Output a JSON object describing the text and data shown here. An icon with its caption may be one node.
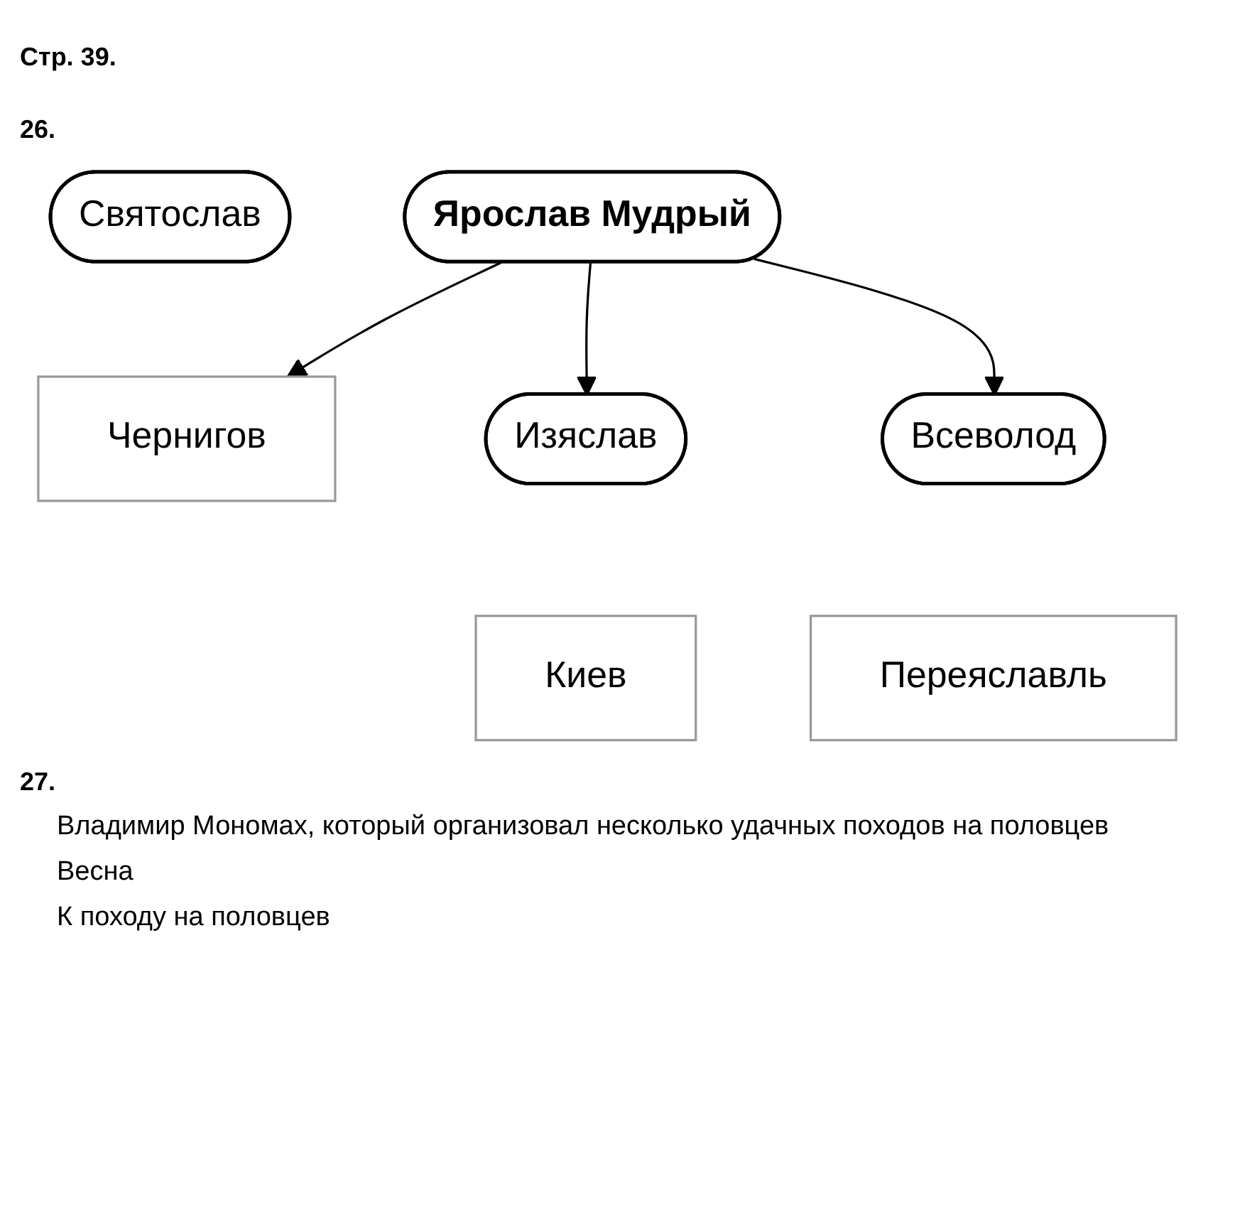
{
  "diagram": {
    "title": "Стр. 39.",
    "nodes": [
      {
        "text": [
          "Святослав"
        ]
      },
      {
        "text": [
          "Чернигов"
        ]
      },
      {
        "text": [
          "Ярослав Мудрый"
        ]
      },
      {
        "text": [
          "Изяслав"
        ]
      },
      {
        "text": [
          "Киев"
        ]
      },
      {
        "text": [
          "Всеволод"
        ]
      },
      {
        "text": [
          "Переяславль"
        ]
      }
    ],
    "edges": [
      {
        "from": 2,
        "to": 1,
        "arrow": "to"
      },
      {
        "from": 2,
        "to": 3,
        "arrow": "to"
      },
      {
        "from": 2,
        "to": 5,
        "arrow": "to"
      }
    ],
    "labels": [
      "26.",
      "27.",
      "Владимир Мономах, который организовал несколько удачных походов на половцев",
      "Весна",
      "К походу на половцев"
    ]
  }
}
